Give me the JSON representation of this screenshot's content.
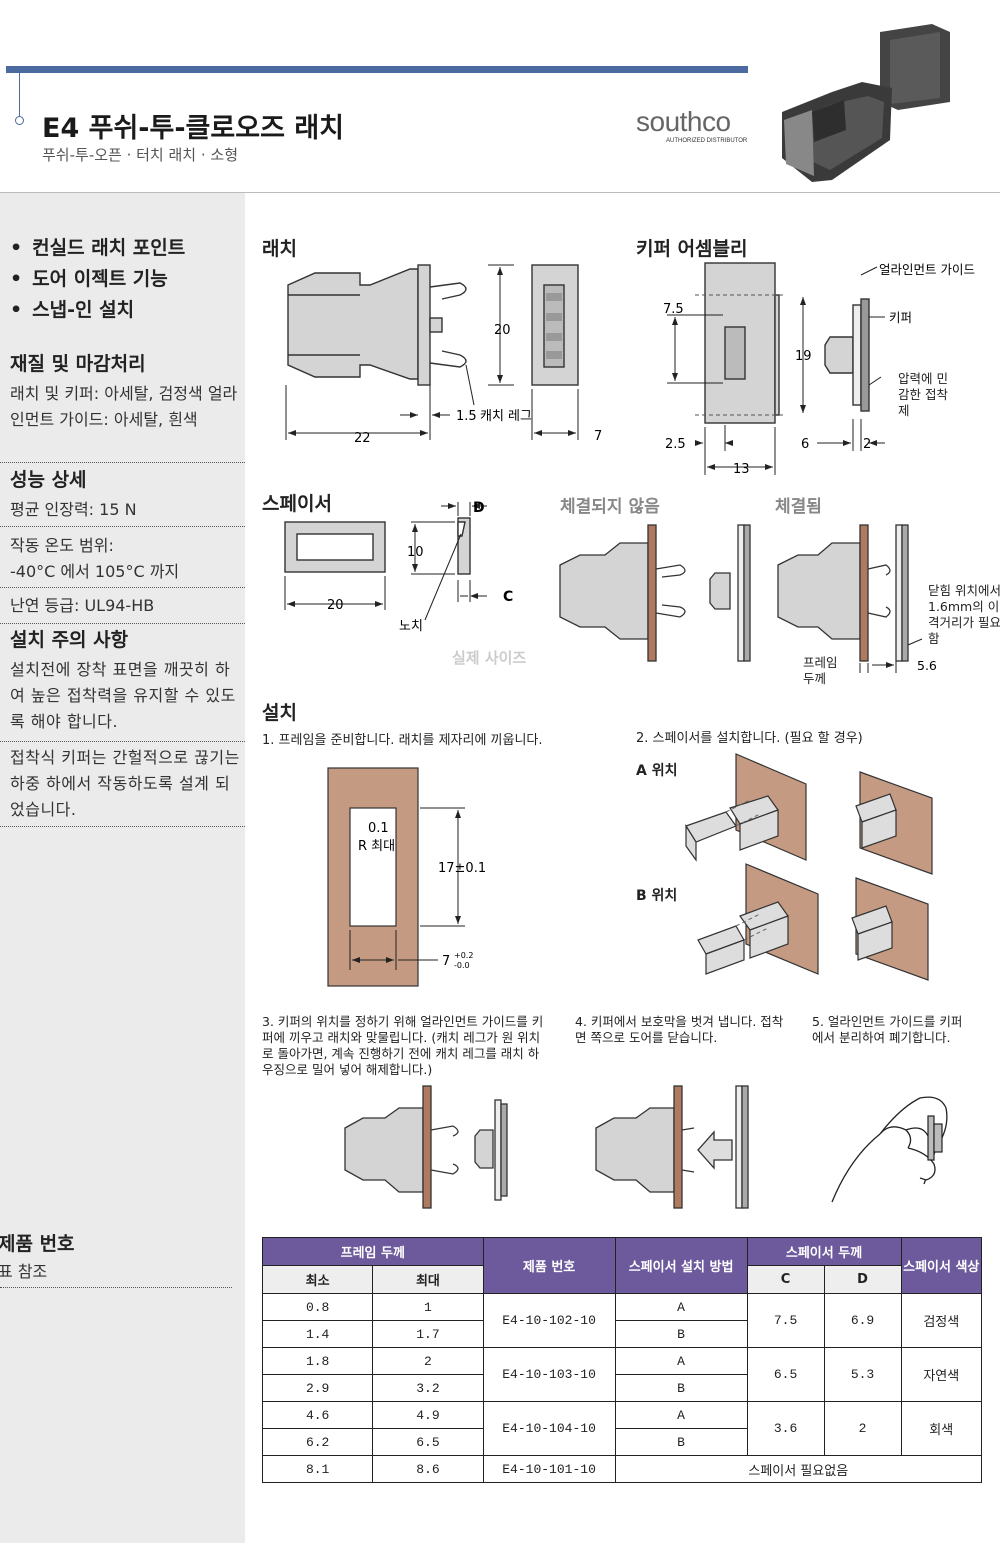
{
  "header": {
    "title": "E4 푸쉬-투-클로오즈 래치",
    "subtitle": "푸쉬-투-오픈 · 터치 래치 · 소형",
    "logo_main": "southco",
    "logo_sub": "AUTHORIZED DISTRIBUTOR"
  },
  "sidebar": {
    "features": [
      "컨실드 래치 포인트",
      "도어 이젝트 기능",
      "스냅-인 설치"
    ],
    "material_title": "재질 및 마감처리",
    "material_text": "래치 및 키퍼: 아세탈, 검정색 얼라인먼트 가이드: 아세탈, 흰색",
    "perf_title": "성능 상세",
    "perf_force": "평균 인장력: 15 N",
    "perf_temp_label": "작동 온도 범위:",
    "perf_temp_value": "-40°C 에서 105°C 까지",
    "perf_flame": "난연 등급: UL94-HB",
    "caution_title": "설치 주의 사항",
    "caution_1": "설치전에 장착 표면을 깨끗히 하여 높은 접착력을 유지할 수 있도록 해야 합니다.",
    "caution_2": "접착식 키퍼는 간헐적으로 끊기는 하중 하에서 작동하도록 설계 되었습니다.",
    "part_title": "제품 번호",
    "part_text": "표 참조"
  },
  "figures": {
    "latch": "래치",
    "keeper": "키퍼 어셈블리",
    "spacer": "스페이서",
    "unlatched": "체결되지 않음",
    "latched": "체결됨",
    "install": "설치",
    "actual_size": "실제 사이즈",
    "catch_leg": "캐치 레그",
    "align_guide": "얼라인먼트 가이드",
    "keeper_lbl": "키퍼",
    "adhesive": "압력에 민감한 접착제",
    "notch": "노치",
    "closed_pos": "닫힘 위치에서 1.6mm의 이격거리가 필요함",
    "frame_thk": "프레임 두께",
    "r_max": "R 최대",
    "pos_a": "A 위치",
    "pos_b": "B 위치",
    "dims": {
      "d20": "20",
      "d22": "22",
      "d15": "1.5",
      "d7": "7",
      "d75": "7.5",
      "d19": "19",
      "d25": "2.5",
      "d13": "13",
      "d6": "6",
      "d2": "2",
      "d10": "10",
      "dD": "D",
      "dC": "C",
      "d56": "5.6",
      "d01": "0.1",
      "d17": "17±0.1",
      "d7b": "7",
      "tolp": "+0.2",
      "tolm": "-0.0"
    },
    "step1": "1. 프레임을 준비합니다. 래치를 제자리에 끼웁니다.",
    "step2": "2. 스페이서를 설치합니다. (필요 할 경우)",
    "step3": "3. 키퍼의 위치를 정하기 위해 얼라인먼트 가이드를 키퍼에 끼우고 래치와 맞물립니다. (캐치 레그가 원 위치로 돌아가면, 계속 진행하기 전에 캐치 레그를 래치 하우징으로 밀어 넣어 해제합니다.)",
    "step4": "4. 키퍼에서 보호막을 벗겨 냅니다. 접착 면 쪽으로 도어를 닫습니다.",
    "step5": "5. 얼라인먼트 가이드를 키퍼에서 분리하여 폐기합니다."
  },
  "table": {
    "h_frame": "프레임 두께",
    "h_min": "최소",
    "h_max": "최대",
    "h_part": "제품 번호",
    "h_method": "스페이서 설치 방법",
    "h_thk": "스페이서 두께",
    "h_c": "C",
    "h_d": "D",
    "h_color": "스페이서 색상",
    "rows": [
      {
        "min": "0.8",
        "max": "1",
        "part": "E4-10-102-10",
        "method": "A",
        "c": "7.5",
        "d": "6.9",
        "color": "검정색"
      },
      {
        "min": "1.4",
        "max": "1.7",
        "method": "B"
      },
      {
        "min": "1.8",
        "max": "2",
        "part": "E4-10-103-10",
        "method": "A",
        "c": "6.5",
        "d": "5.3",
        "color": "자연색"
      },
      {
        "min": "2.9",
        "max": "3.2",
        "method": "B"
      },
      {
        "min": "4.6",
        "max": "4.9",
        "part": "E4-10-104-10",
        "method": "A",
        "c": "3.6",
        "d": "2",
        "color": "회색"
      },
      {
        "min": "6.2",
        "max": "6.5",
        "method": "B"
      },
      {
        "min": "8.1",
        "max": "8.6",
        "part": "E4-10-101-10",
        "note": "스페이서 필요없음"
      }
    ]
  }
}
